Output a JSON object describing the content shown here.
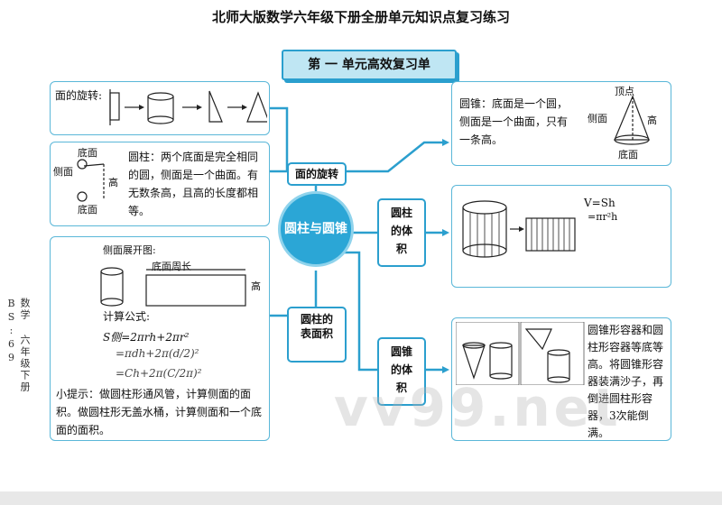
{
  "header": {
    "title": "北师大版数学六年级下册全册单元知识点复习练习",
    "unit_banner": "第 一 单元高效复习单"
  },
  "side_text": "数学 六年级下册 BS:69",
  "center": {
    "label": "圆柱与圆锥"
  },
  "nodes": {
    "rotation": "面的旋转",
    "cylinder_volume": "圆柱的体积",
    "cylinder_surface": "圆柱的表面积",
    "cone_volume": "圆锥的体积"
  },
  "panels": {
    "rotation": {
      "label": "面的旋转:"
    },
    "cylinder_def": {
      "labels": {
        "base_top": "底面",
        "side": "侧面",
        "base_bottom": "底面",
        "height": "高"
      },
      "text": "圆柱：两个底面是完全相同的圆，侧面是一个曲面。有无数条高，且高的长度都相等。"
    },
    "cone_def": {
      "text": "圆锥：底面是一个圆，侧面是一个曲面，只有一条高。",
      "labels": {
        "apex": "顶点",
        "side": "侧面",
        "height": "高",
        "base": "底面"
      }
    },
    "volume": {
      "formula1": "V=Sh",
      "formula2": "=πr²h"
    },
    "surface": {
      "unfold_label": "侧面展开图:",
      "circumference_label": "底面周长",
      "height_label": "高",
      "formula_title": "计算公式:",
      "f1": "S侧=2πrh+2πr²",
      "f2": "=πdh+2π(d/2)²",
      "f3": "=Ch+2π(C/2π)²",
      "tip": "小提示：做圆柱形通风管，计算侧面的面积。做圆柱形无盖水桶，计算侧面和一个底面的面积。"
    },
    "cone_volume": {
      "text": "圆锥形容器和圆柱形容器等底等高。将圆锥形容器装满沙子，再倒进圆柱形容器，3次能倒满。"
    }
  },
  "watermark": "vv99.net"
}
